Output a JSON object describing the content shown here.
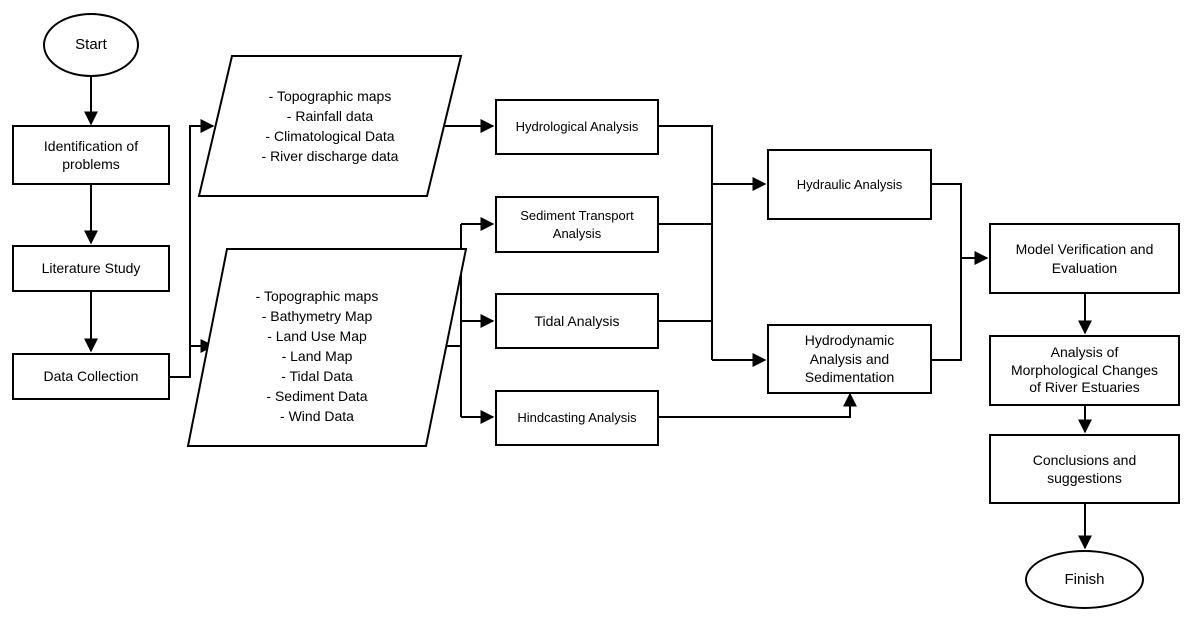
{
  "flowchart": {
    "start": "Start",
    "identification": "Identification of problems",
    "literature": "Literature Study",
    "data_collection": "Data Collection",
    "data_group_1": [
      "-    Topographic maps",
      "-    Rainfall data",
      "-    Climatological Data",
      "-    River discharge data"
    ],
    "data_group_2": [
      "- Topographic maps",
      "- Bathymetry Map",
      "- Land Use Map",
      "- Land Map",
      "- Tidal Data",
      "- Sediment Data",
      "- Wind Data"
    ],
    "hydrological": "Hydrological Analysis",
    "sediment_transport": "Sediment Transport Analysis",
    "tidal": "Tidal Analysis",
    "hindcasting": "Hindcasting Analysis",
    "hydraulic": "Hydraulic Analysis",
    "hydrodynamic": "Hydrodynamic Analysis and Sedimentation",
    "model_verification": "Model Verification and Evaluation",
    "morphological": "Analysis of Morphological Changes of River Estuaries",
    "conclusions": "Conclusions and suggestions",
    "finish": "Finish"
  }
}
